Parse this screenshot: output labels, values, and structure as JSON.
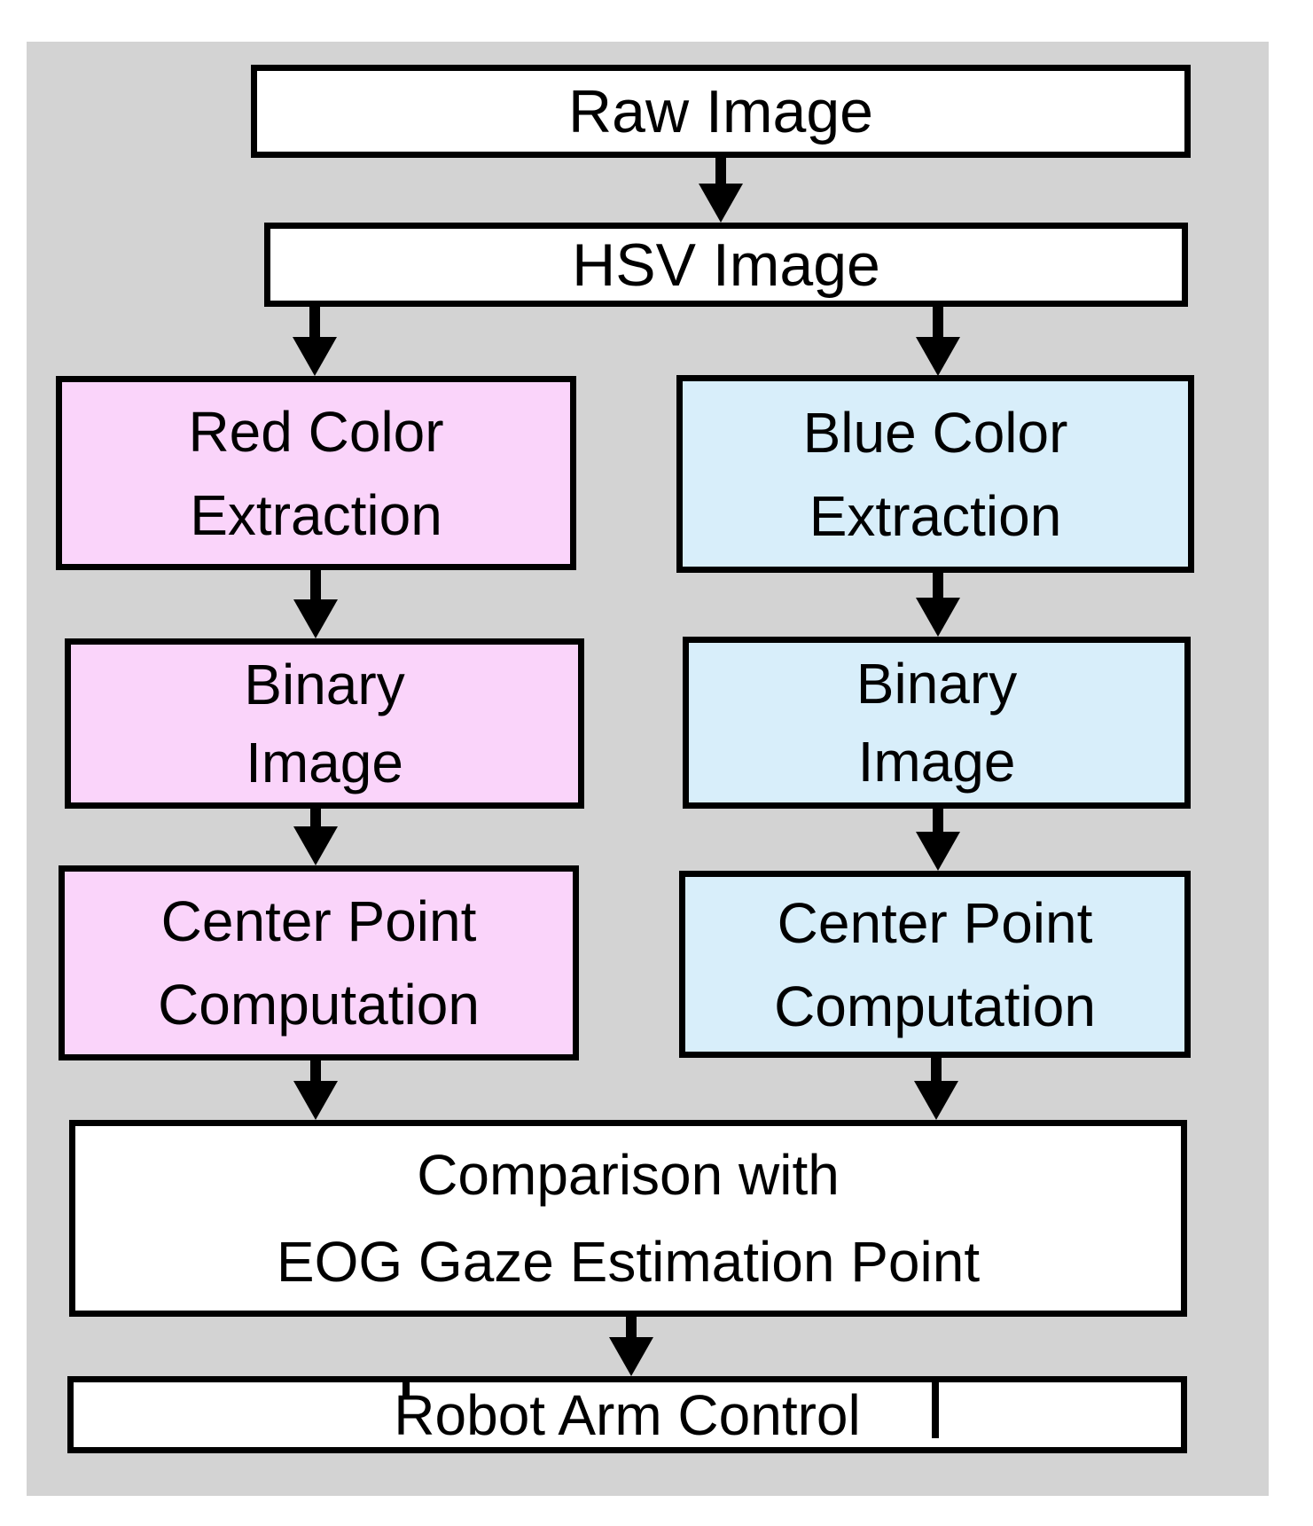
{
  "colors": {
    "panel_gray": "#d3d3d3",
    "box_white": "#ffffff",
    "pink": "#fad4fa",
    "blue": "#d8eefa",
    "box_border": "#000000",
    "arrow_black": "#000000"
  },
  "nodes": {
    "raw": {
      "label": "Raw Image"
    },
    "hsv": {
      "label": "HSV Image"
    },
    "red_extraction": {
      "label": "Red Color\nExtraction"
    },
    "blue_extraction": {
      "label": "Blue Color\nExtraction"
    },
    "red_binary": {
      "label": "Binary\nImage"
    },
    "blue_binary": {
      "label": "Binary\nImage"
    },
    "red_center": {
      "label": "Center Point\nComputation"
    },
    "blue_center": {
      "label": "Center Point\nComputation"
    },
    "comparison": {
      "label": "Comparison with\nEOG Gaze Estimation Point"
    },
    "robot": {
      "label": "Robot Arm Control"
    }
  },
  "edges": [
    {
      "from": "raw",
      "to": "hsv"
    },
    {
      "from": "hsv",
      "to": "red_extraction"
    },
    {
      "from": "hsv",
      "to": "blue_extraction"
    },
    {
      "from": "red_extraction",
      "to": "red_binary"
    },
    {
      "from": "blue_extraction",
      "to": "blue_binary"
    },
    {
      "from": "red_binary",
      "to": "red_center"
    },
    {
      "from": "blue_binary",
      "to": "blue_center"
    },
    {
      "from": "red_center",
      "to": "comparison"
    },
    {
      "from": "blue_center",
      "to": "comparison"
    },
    {
      "from": "comparison",
      "to": "robot"
    }
  ]
}
